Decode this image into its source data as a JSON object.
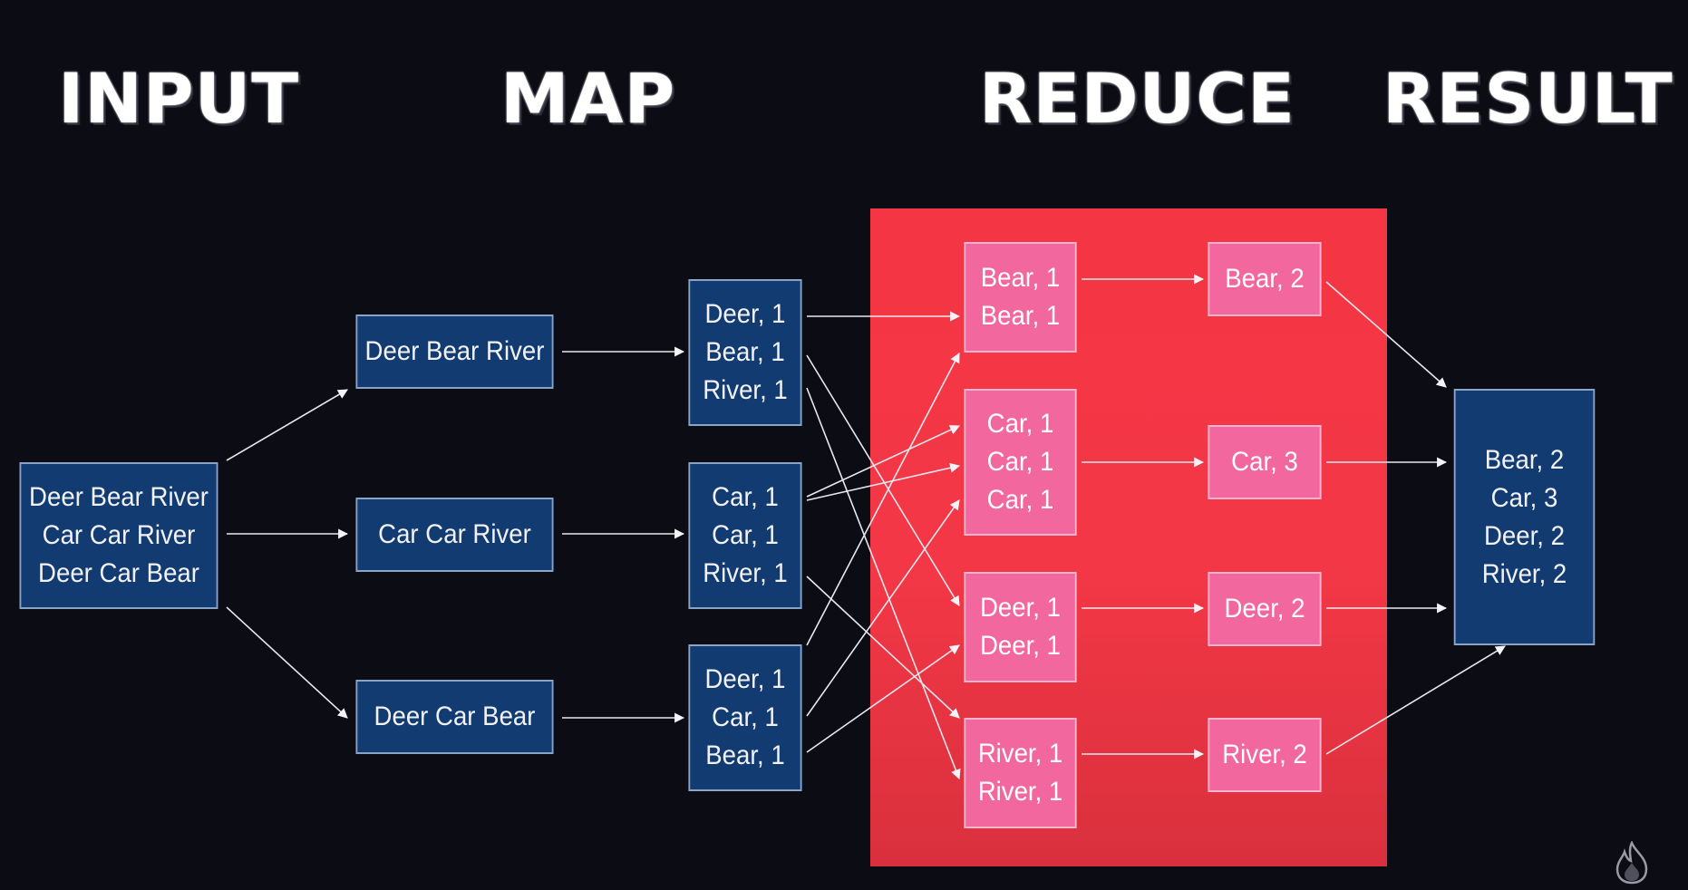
{
  "headings": {
    "input": "INPUT",
    "map": "MAP",
    "reduce": "REDUCE",
    "result": "RESULT"
  },
  "input": {
    "lines": [
      "Deer Bear River",
      "Car Car River",
      "Deer Car Bear"
    ]
  },
  "splits": [
    {
      "text": "Deer Bear River"
    },
    {
      "text": "Car Car River"
    },
    {
      "text": "Deer Car Bear"
    }
  ],
  "map_outputs": [
    {
      "lines": [
        "Deer, 1",
        "Bear, 1",
        "River, 1"
      ]
    },
    {
      "lines": [
        "Car, 1",
        "Car, 1",
        "River, 1"
      ]
    },
    {
      "lines": [
        "Deer, 1",
        "Car, 1",
        "Bear, 1"
      ]
    }
  ],
  "shuffle_groups": [
    {
      "lines": [
        "Bear, 1",
        "Bear, 1"
      ]
    },
    {
      "lines": [
        "Car, 1",
        "Car, 1",
        "Car, 1"
      ]
    },
    {
      "lines": [
        "Deer, 1",
        "Deer, 1"
      ]
    },
    {
      "lines": [
        "River, 1",
        "River, 1"
      ]
    }
  ],
  "reduced": [
    {
      "text": "Bear, 2"
    },
    {
      "text": "Car, 3"
    },
    {
      "text": "Deer, 2"
    },
    {
      "text": "River, 2"
    }
  ],
  "result": {
    "lines": [
      "Bear, 2",
      "Car, 3",
      "Deer, 2",
      "River, 2"
    ]
  },
  "colors": {
    "background": "#0c0c14",
    "reduce_panel": "#f43644",
    "blue_node": "#123b71",
    "pink_node": "#f2689e",
    "arrow": "#e8e8ee"
  },
  "icons": {
    "logo": "flame-logo-icon"
  }
}
